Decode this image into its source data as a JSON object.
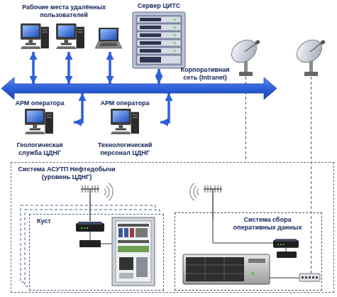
{
  "diagram": {
    "nodes": [
      {
        "text": [
          "Рабочие места удалённых пользователей"
        ]
      },
      {
        "text": [
          "Сервер ЦИТС"
        ]
      },
      {
        "text": [
          "Корпоративная сеть (Intranet)"
        ]
      },
      {
        "text": [
          "АРМ оператора",
          "Геологическая служба ЦДНГ"
        ]
      },
      {
        "text": [
          "АРМ оператора",
          "Технологический персонал ЦДНГ"
        ]
      },
      {
        "text": [
          "Система АСУТП Нефтедобычи (уровень ЦДНГ)"
        ]
      },
      {
        "text": [
          "Куст"
        ],
        "in": 5
      },
      {
        "text": [
          "Система сбора оперативных данных"
        ],
        "in": 5
      }
    ],
    "edges": [
      {
        "from": 0,
        "to": 2,
        "arrow": "both"
      },
      {
        "from": 0,
        "to": 2,
        "arrow": "both"
      },
      {
        "from": 0,
        "to": 2,
        "arrow": "both"
      },
      {
        "from": 1,
        "to": 2,
        "arrow": "both"
      },
      {
        "from": 3,
        "to": 2,
        "arrow": "both"
      },
      {
        "from": 4,
        "to": 2,
        "arrow": "both"
      }
    ]
  }
}
